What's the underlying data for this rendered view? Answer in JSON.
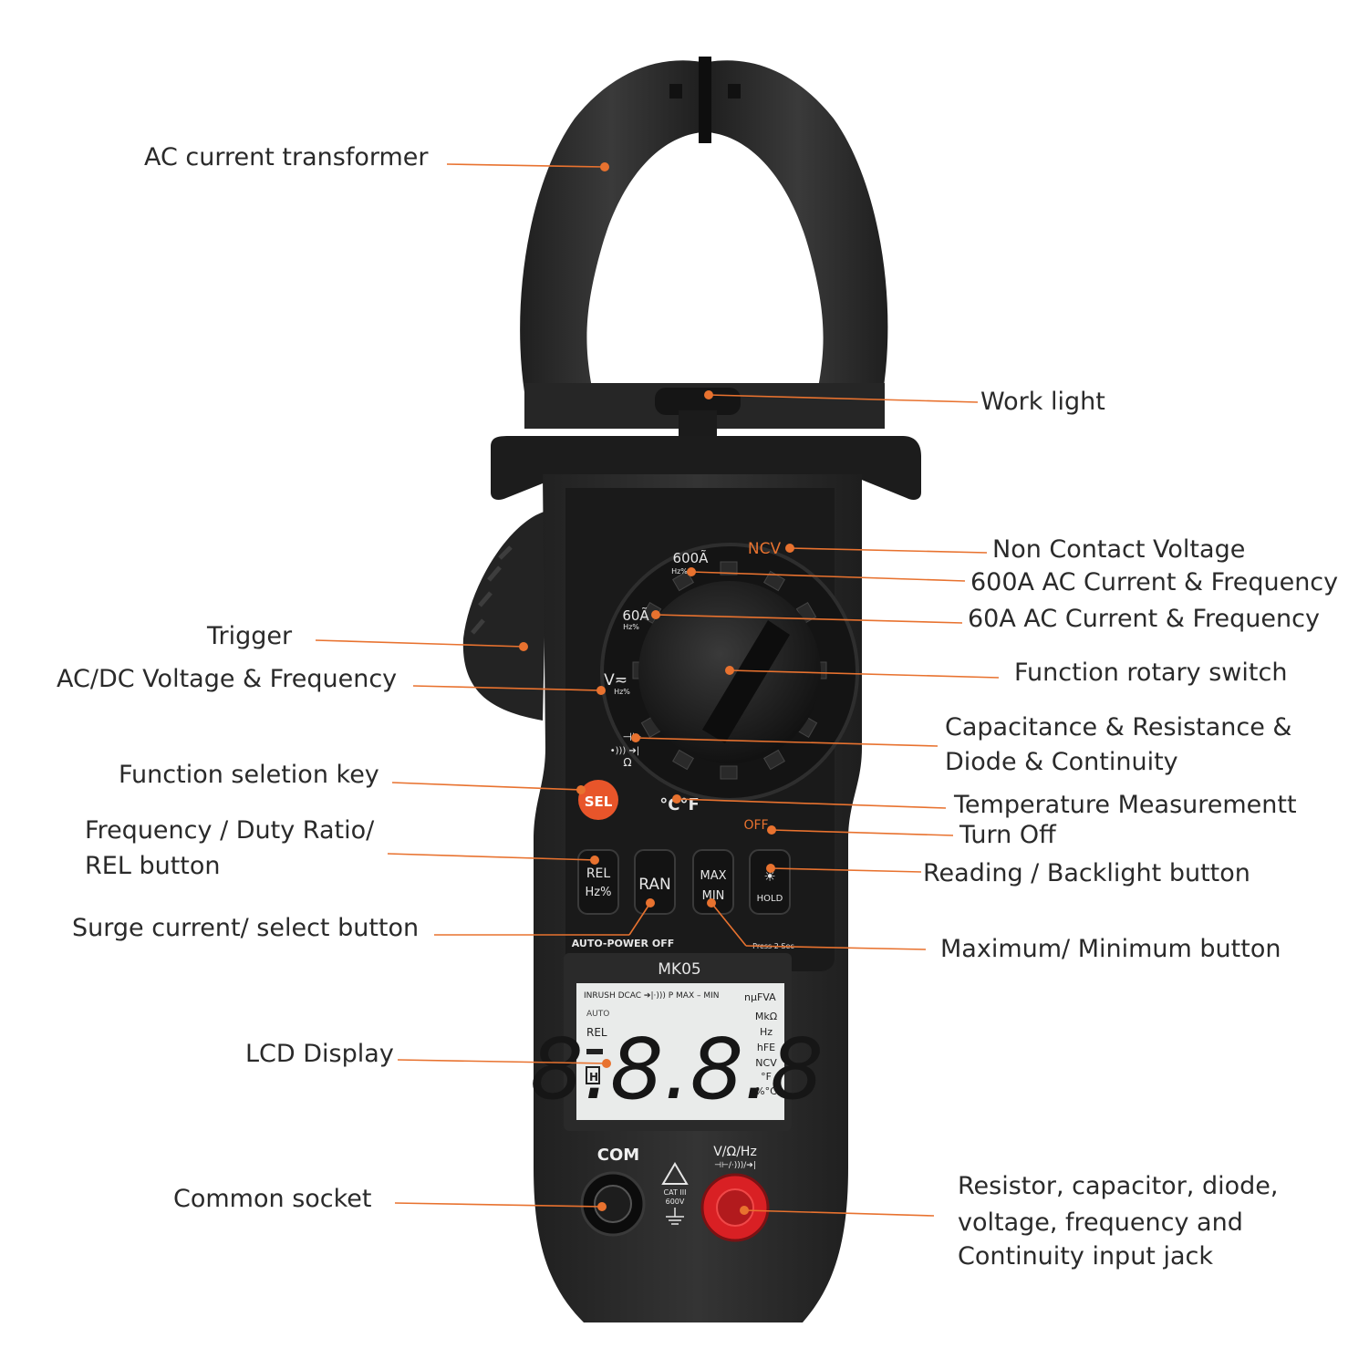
{
  "callouts": {
    "ac_current_transformer": "AC current transformer",
    "work_light": "Work light",
    "non_contact_voltage": "Non Contact Voltage",
    "ac_600": "600A AC Current & Frequency",
    "ac_60": "60A AC Current & Frequency",
    "trigger": "Trigger",
    "acdc_voltage": "AC/DC Voltage & Frequency",
    "rotary_switch": "Function rotary switch",
    "capacitance_line1": "Capacitance & Resistance &",
    "capacitance_line2": "Diode & Continuity",
    "function_key": "Function seletion key",
    "temperature": "Temperature Measurementt",
    "frequency_line1": "Frequency / Duty Ratio/",
    "frequency_line2": "REL button",
    "turn_off": "Turn Off",
    "reading_backlight": "Reading / Backlight button",
    "surge_current": "Surge current/ select button",
    "max_min": "Maximum/ Minimum button",
    "lcd_display": "LCD Display",
    "common_socket": "Common socket",
    "input_jack_line1": "Resistor, capacitor, diode,",
    "input_jack_line2": "voltage,  frequency and",
    "input_jack_line3": "Continuity input jack"
  },
  "device": {
    "dial": {
      "ncv": "NCV",
      "a600": "600Ã",
      "a600_sub": "Hz%",
      "a60": "60Ã",
      "a60_sub": "Hz%",
      "v": "V≂",
      "v_sub": "Hz%",
      "cap": "⊣⊢",
      "ohm": "•)))  ➔|",
      "ohm2": "Ω",
      "temp": "°C°F",
      "off": "OFF",
      "sel": "SEL"
    },
    "buttons": {
      "rel_1": "REL",
      "rel_2": "Hz%",
      "ran": "RAN",
      "max": "MAX",
      "min": "MIN",
      "hold": "HOLD",
      "hold_icon": "☀"
    },
    "auto_power_off": "AUTO-POWER OFF",
    "press_2_sec": "Press 2 Sec",
    "model": "MK05",
    "lcd": {
      "top": "INRUSH DCAC ➔|·))) P MAX – MIN",
      "top_right": "nμFVA",
      "auto": "AUTO",
      "rel": "REL",
      "h": "H",
      "digits": "8.8.8.8",
      "units": [
        "MkΩ",
        "Hz",
        "hFE",
        "NCV",
        "°F",
        "%°C"
      ]
    },
    "com": "COM",
    "vohz": "V/Ω/Hz",
    "vohz_sub": "⊣⊢/·)))/➔|",
    "cat": "CAT III",
    "cat_v": "600V"
  },
  "colors": {
    "accent": "#e8722f",
    "body": "#2b2b2b",
    "panel": "#1d1d1d",
    "lcd": "#e9ebea",
    "red_jack": "#d92024"
  }
}
